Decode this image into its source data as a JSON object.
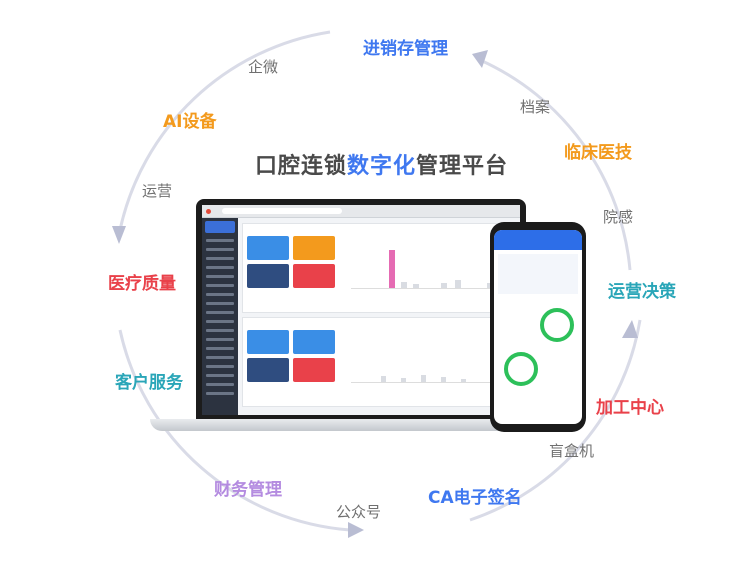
{
  "title": {
    "part1": "口腔连锁",
    "highlight": "数字化",
    "part2": "管理平台"
  },
  "colors": {
    "blue": "#3f78f0",
    "orange": "#f39a1d",
    "red": "#e9414a",
    "teal": "#2aa6b8",
    "purple": "#b48be0",
    "gray": "#707070"
  },
  "ring_labels": [
    {
      "text": "进销存管理",
      "style": "blue"
    },
    {
      "text": "企微",
      "style": "gray"
    },
    {
      "text": "AI设备",
      "style": "orange"
    },
    {
      "text": "档案",
      "style": "gray"
    },
    {
      "text": "临床医技",
      "style": "orange"
    },
    {
      "text": "运营",
      "style": "gray"
    },
    {
      "text": "院感",
      "style": "gray"
    },
    {
      "text": "医疗质量",
      "style": "red"
    },
    {
      "text": "运营决策",
      "style": "teal"
    },
    {
      "text": "客户服务",
      "style": "teal"
    },
    {
      "text": "加工中心",
      "style": "red"
    },
    {
      "text": "盲盒机",
      "style": "gray"
    },
    {
      "text": "财务管理",
      "style": "purple"
    },
    {
      "text": "公众号",
      "style": "gray"
    },
    {
      "text": "CA电子签名",
      "style": "blue"
    }
  ]
}
